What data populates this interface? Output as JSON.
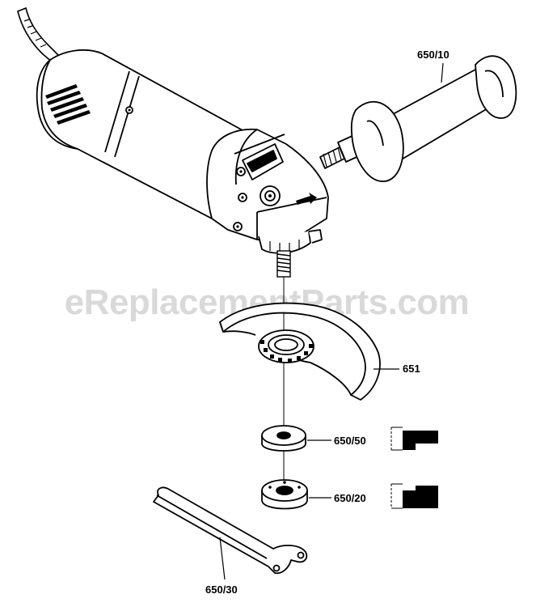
{
  "watermark": "eReplacementParts.com",
  "parts": {
    "handle": "650/10",
    "guard": "651",
    "flange": "650/50",
    "nut": "650/20",
    "wrench": "650/30"
  }
}
